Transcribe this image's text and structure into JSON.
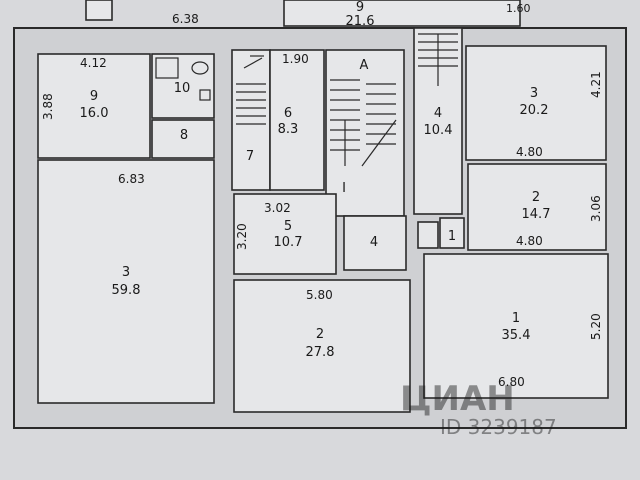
{
  "dims": {
    "top_left": "6.38",
    "top_right": "1.60",
    "r9_width": "4.12",
    "r9_height": "3.88",
    "r6_width": "1.90",
    "r3_width": "6.83",
    "r5_width": "3.02",
    "r5_height": "3.20",
    "right_top_height": "4.21",
    "right_mid_width": "4.80",
    "right_2_height": "3.06",
    "right_low_width": "4.80",
    "r2_width": "5.80",
    "r1_height": "5.20",
    "r1_width": "6.80"
  },
  "rooms": {
    "top_center": {
      "num": "9",
      "area": "21.6"
    },
    "r9": {
      "num": "9",
      "area": "16.0"
    },
    "r10": {
      "num": "10"
    },
    "r8": {
      "num": "8"
    },
    "r7": {
      "num": "7"
    },
    "r6": {
      "num": "6",
      "area": "8.3"
    },
    "stair_a": {
      "label": "A"
    },
    "stair_i": {
      "label": "I"
    },
    "r5": {
      "num": "5",
      "area": "10.7"
    },
    "r4_small": {
      "num": "4"
    },
    "r4_stair": {
      "num": "4",
      "area": "10.4"
    },
    "r3_right": {
      "num": "3",
      "area": "20.2"
    },
    "r2_right": {
      "num": "2",
      "area": "14.7"
    },
    "r1_small": {
      "num": "1"
    },
    "r3_big": {
      "num": "3",
      "area": "59.8"
    },
    "r2_mid": {
      "num": "2",
      "area": "27.8"
    },
    "r1_big": {
      "num": "1",
      "area": "35.4"
    }
  },
  "watermark": {
    "brand": "ЦИАН",
    "id": "ID 3239187"
  }
}
